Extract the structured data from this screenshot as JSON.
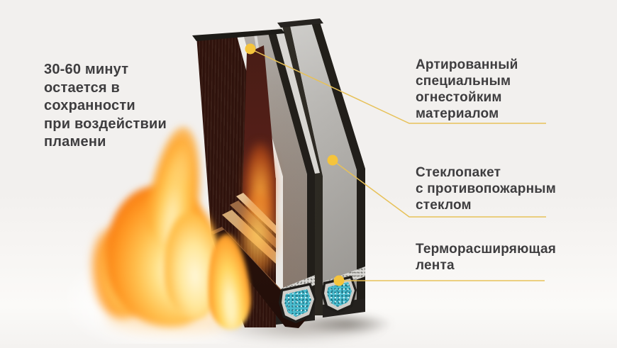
{
  "title": "Fireproof window cross-section infographic",
  "colors": {
    "background": "#F1EFED",
    "text": "#3E3D3F",
    "accent_dot": "#F5C43C",
    "leader_line": "#E7C158",
    "tape_cyan": "#4BBCCE",
    "frame_dark": "#262320",
    "wood_brown": "#A9604C",
    "flame_orange": "#FF9E2C"
  },
  "illustration": {
    "name": "fire-resistant-glazing-unit",
    "parts": [
      "wooden-frame-under-fire",
      "flames",
      "fireproof-glass-pane-1",
      "fireproof-glass-pane-2",
      "thermal-expanding-tape-spacers"
    ]
  },
  "left_note": {
    "lines": [
      "30-60 минут",
      "остается в",
      "сохранности",
      "при воздействии",
      "пламени"
    ]
  },
  "labels": [
    {
      "id": "reinforced-material",
      "lines": [
        "Артированный",
        "специальным",
        "огнестойким",
        "материалом"
      ]
    },
    {
      "id": "glazing-unit",
      "lines": [
        "Стеклопакет",
        "с противопожарным",
        "стеклом"
      ]
    },
    {
      "id": "thermal-tape",
      "lines": [
        "Терморасширяющая",
        "лента"
      ]
    }
  ]
}
